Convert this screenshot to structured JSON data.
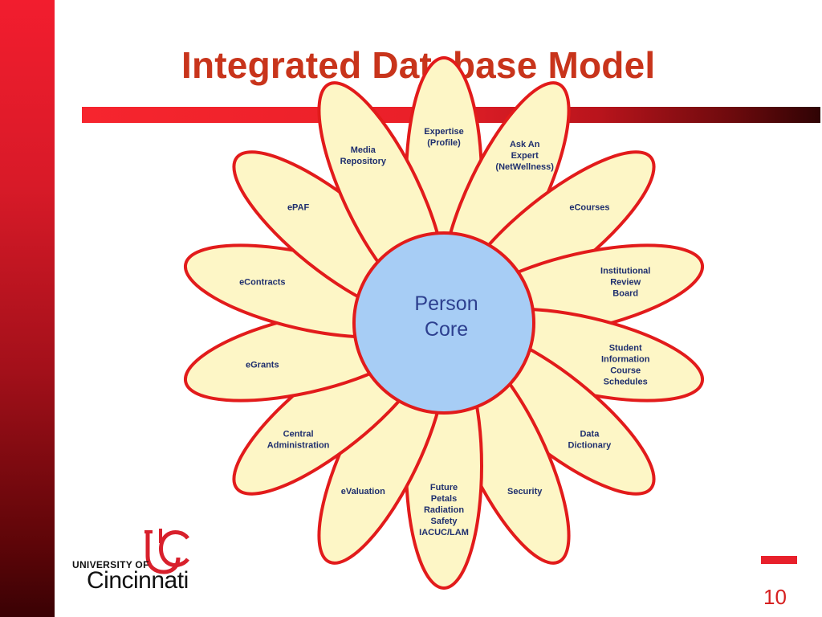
{
  "slide": {
    "title": "Integrated Database Model",
    "page_number": "10"
  },
  "diagram": {
    "center": [
      "Person",
      "Core"
    ],
    "petals": [
      {
        "lines": [
          "Expertise",
          "(Profile)"
        ]
      },
      {
        "lines": [
          "Ask An",
          "Expert",
          "(NetWellness)"
        ]
      },
      {
        "lines": [
          "eCourses"
        ]
      },
      {
        "lines": [
          "Institutional",
          "Review",
          "Board"
        ]
      },
      {
        "lines": [
          "Student",
          "Information",
          "Course",
          "Schedules"
        ]
      },
      {
        "lines": [
          "Data",
          "Dictionary"
        ]
      },
      {
        "lines": [
          "Security"
        ]
      },
      {
        "lines": [
          "Future",
          "Petals",
          "Radiation",
          "Safety",
          "IACUC/LAM"
        ]
      },
      {
        "lines": [
          "eValuation"
        ]
      },
      {
        "lines": [
          "Central",
          "Administration"
        ]
      },
      {
        "lines": [
          "eGrants"
        ]
      },
      {
        "lines": [
          "eContracts"
        ]
      },
      {
        "lines": [
          "ePAF"
        ]
      },
      {
        "lines": [
          "Media",
          "Repository"
        ]
      }
    ]
  },
  "logo": {
    "line1": "UNIVERSITY OF",
    "line2": "Cincinnati"
  },
  "colors": {
    "petal_fill": "#fdf6c6",
    "petal_stroke": "#e21b1b",
    "core_fill": "#a7cdf5",
    "title": "#c8341b"
  }
}
